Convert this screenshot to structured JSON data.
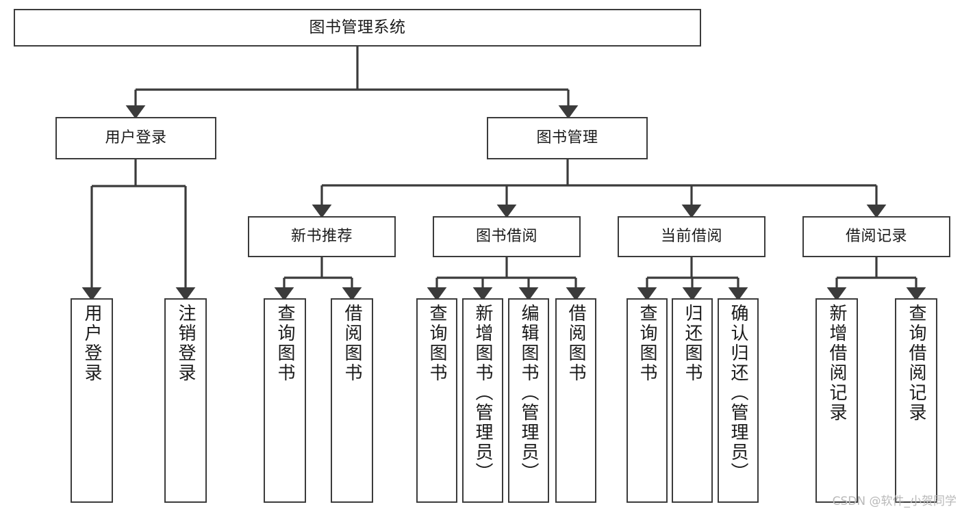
{
  "diagram": {
    "type": "tree",
    "title": "图书管理系统",
    "stroke_color": "#3b3b3b",
    "background_color": "#ffffff",
    "watermark": "CSDN @软件_小贺同学",
    "nodes": {
      "root": {
        "label": "图书管理系统"
      },
      "level2": [
        {
          "id": "user-login",
          "label": "用户登录"
        },
        {
          "id": "book-manage",
          "label": "图书管理"
        }
      ],
      "level3": [
        {
          "id": "new-book-recommend",
          "label": "新书推荐"
        },
        {
          "id": "book-borrow",
          "label": "图书借阅"
        },
        {
          "id": "current-borrow",
          "label": "当前借阅"
        },
        {
          "id": "borrow-record",
          "label": "借阅记录"
        }
      ],
      "leaves": {
        "user_login": [
          {
            "id": "leaf-user-login",
            "label": "用户登录"
          },
          {
            "id": "leaf-logout-login",
            "label": "注销登录"
          }
        ],
        "new_book_recommend": [
          {
            "id": "leaf-query-book-1",
            "label": "查询图书"
          },
          {
            "id": "leaf-borrow-book-1",
            "label": "借阅图书"
          }
        ],
        "book_borrow": [
          {
            "id": "leaf-query-book-2",
            "label": "查询图书"
          },
          {
            "id": "leaf-add-book",
            "label": "新增图书（管理员）"
          },
          {
            "id": "leaf-edit-book",
            "label": "编辑图书（管理员）"
          },
          {
            "id": "leaf-borrow-book-2",
            "label": "借阅图书"
          }
        ],
        "current_borrow": [
          {
            "id": "leaf-query-book-3",
            "label": "查询图书"
          },
          {
            "id": "leaf-return-book",
            "label": "归还图书"
          },
          {
            "id": "leaf-confirm-return",
            "label": "确认归还（管理员）"
          }
        ],
        "borrow_record": [
          {
            "id": "leaf-add-record",
            "label": "新增借阅记录"
          },
          {
            "id": "leaf-query-record",
            "label": "查询借阅记录"
          }
        ]
      }
    },
    "edges": [
      {
        "from": "图书管理系统",
        "to": "用户登录"
      },
      {
        "from": "图书管理系统",
        "to": "图书管理"
      },
      {
        "from": "用户登录",
        "to": "用户登录"
      },
      {
        "from": "用户登录",
        "to": "注销登录"
      },
      {
        "from": "图书管理",
        "to": "新书推荐"
      },
      {
        "from": "图书管理",
        "to": "图书借阅"
      },
      {
        "from": "图书管理",
        "to": "当前借阅"
      },
      {
        "from": "图书管理",
        "to": "借阅记录"
      },
      {
        "from": "新书推荐",
        "to": "查询图书"
      },
      {
        "from": "新书推荐",
        "to": "借阅图书"
      },
      {
        "from": "图书借阅",
        "to": "查询图书"
      },
      {
        "from": "图书借阅",
        "to": "新增图书（管理员）"
      },
      {
        "from": "图书借阅",
        "to": "编辑图书（管理员）"
      },
      {
        "from": "图书借阅",
        "to": "借阅图书"
      },
      {
        "from": "当前借阅",
        "to": "查询图书"
      },
      {
        "from": "当前借阅",
        "to": "归还图书"
      },
      {
        "from": "当前借阅",
        "to": "确认归还（管理员）"
      },
      {
        "from": "借阅记录",
        "to": "新增借阅记录"
      },
      {
        "from": "借阅记录",
        "to": "查询借阅记录"
      }
    ]
  }
}
